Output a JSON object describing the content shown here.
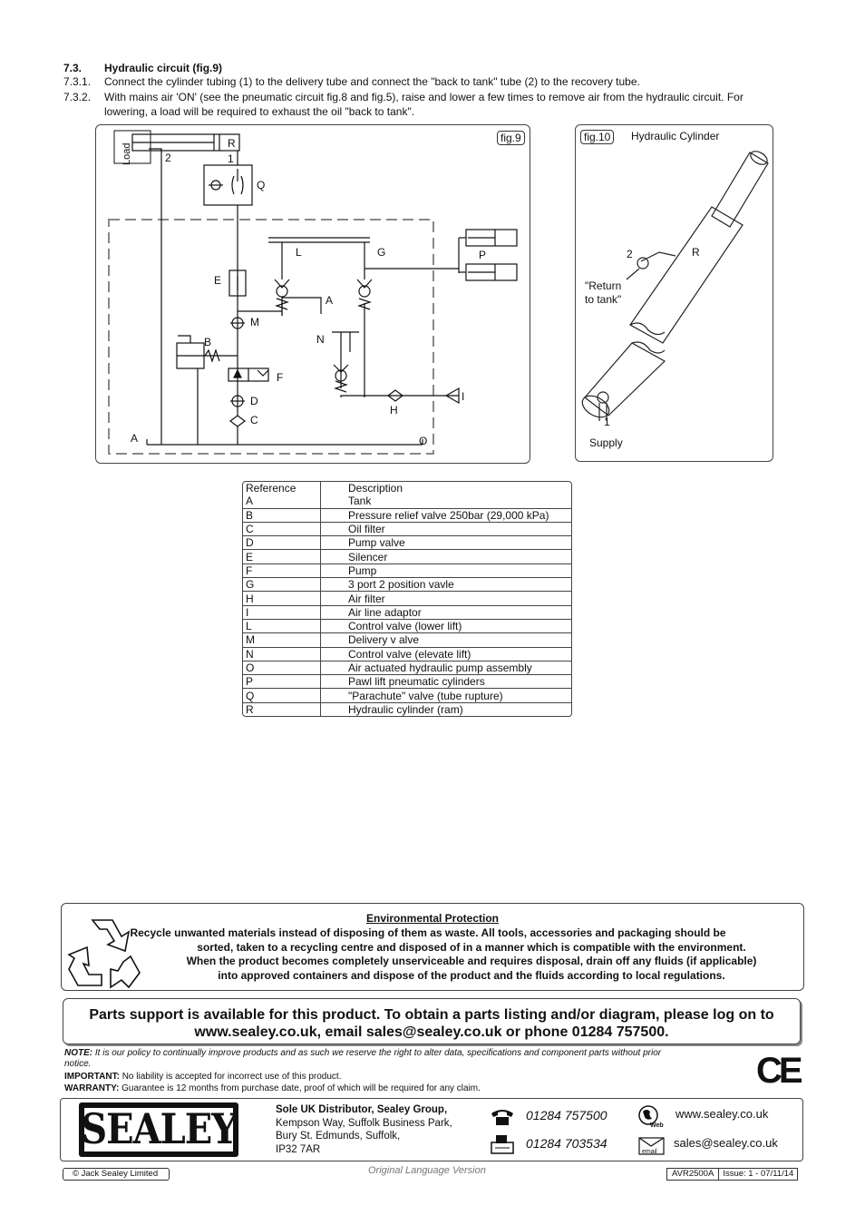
{
  "section": {
    "num": "7.3.",
    "title": "Hydraulic circuit (fig.9)",
    "steps": [
      {
        "num": "7.3.1.",
        "text": "Connect the cylinder tubing (1) to the delivery tube and connect the \"back to tank\" tube (2) to the recovery tube."
      },
      {
        "num": "7.3.2.",
        "text_line1": "With mains air 'ON' (see the pneumatic circuit fig.8 and fig.5), raise and lower a few times to remove air from the hydraulic circuit. For",
        "text_line2": "lowering, a load will be required to exhaust the oil \"back to tank\"."
      }
    ]
  },
  "fig9": {
    "tag": "fig.9",
    "labels": {
      "load": "Load",
      "R": "R",
      "n2": "2",
      "n1": "1",
      "Q": "Q",
      "L": "L",
      "G": "G",
      "P": "P",
      "E": "E",
      "A_valve": "A",
      "M": "M",
      "N": "N",
      "B": "B",
      "F": "F",
      "D": "D",
      "C": "C",
      "H": "H",
      "I": "I",
      "A_tank": "A",
      "O": "O"
    }
  },
  "fig10": {
    "tag": "fig.10",
    "title": "Hydraulic Cylinder",
    "n2": "2",
    "R": "R",
    "return_line1": "\"Return",
    "return_line2": "to tank\"",
    "n1": "1",
    "supply": "Supply"
  },
  "reference_table": {
    "headers": [
      "Reference",
      "Description"
    ],
    "rows": [
      [
        "A",
        "Tank"
      ],
      [
        "B",
        "Pressure relief valve 250bar (29,000 kPa)"
      ],
      [
        "C",
        "Oil filter"
      ],
      [
        "D",
        "Pump valve"
      ],
      [
        "E",
        "Silencer"
      ],
      [
        "F",
        "Pump"
      ],
      [
        "G",
        "3 port 2 position vavle"
      ],
      [
        "H",
        "Air filter"
      ],
      [
        "I",
        "Air line adaptor"
      ],
      [
        "L",
        "Control valve (lower lift)"
      ],
      [
        "M",
        "Delivery v alve"
      ],
      [
        "N",
        "Control valve (elevate lift)"
      ],
      [
        "O",
        "Air actuated hydraulic pump assembly"
      ],
      [
        "P",
        "Pawl lift pneumatic cylinders"
      ],
      [
        "Q",
        "\"Parachute\" valve (tube rupture)"
      ],
      [
        "R",
        "Hydraulic cylinder (ram)"
      ]
    ]
  },
  "environment": {
    "title": "Environmental Protection",
    "line1": "Recycle unwanted materials instead of disposing of them as waste. All tools, accessories and packaging should be",
    "line2": "sorted, taken to a recycling centre and disposed of in a manner which is compatible with the environment.",
    "line3": "When the product becomes completely unserviceable and requires disposal, drain off any fluids (if applicable)",
    "line4": "into approved containers and dispose of the product and the fluids according to local regulations."
  },
  "parts": {
    "line1": "Parts support is available for this product. To obtain a parts listing and/or diagram, please log on to",
    "line2": "www.sealey.co.uk, email sales@sealey.co.uk or phone 01284 757500."
  },
  "notes": {
    "note_label": "NOTE:",
    "note_text": " It is our policy to continually improve products and as such we reserve the right to alter data, specifications and component parts without prior",
    "note_text2": "notice.",
    "important_label": "IMPORTANT:",
    "important_text": " No liability is accepted for incorrect use of this product.",
    "warranty_label": "WARRANTY:",
    "warranty_text": " Guarantee is 12 months from purchase date, proof of which will be required for any claim.",
    "ce": "CE"
  },
  "footer": {
    "logo": "SEALEY",
    "distributor": "Sole UK Distributor, Sealey Group,",
    "address1": "Kempson Way, Suffolk Business Park,",
    "address2": "Bury St. Edmunds, Suffolk,",
    "address3": "IP32 7AR",
    "phone": "01284 757500",
    "fax": "01284 703534",
    "web": "www.sealey.co.uk",
    "email": "sales@sealey.co.uk",
    "web_icon_label": "Web",
    "email_icon_label": "email",
    "copyright": "© Jack Sealey Limited",
    "original": "Original Language Version",
    "doc_code": "AVR2500A",
    "issue": "Issue: 1 - 07/11/14"
  }
}
